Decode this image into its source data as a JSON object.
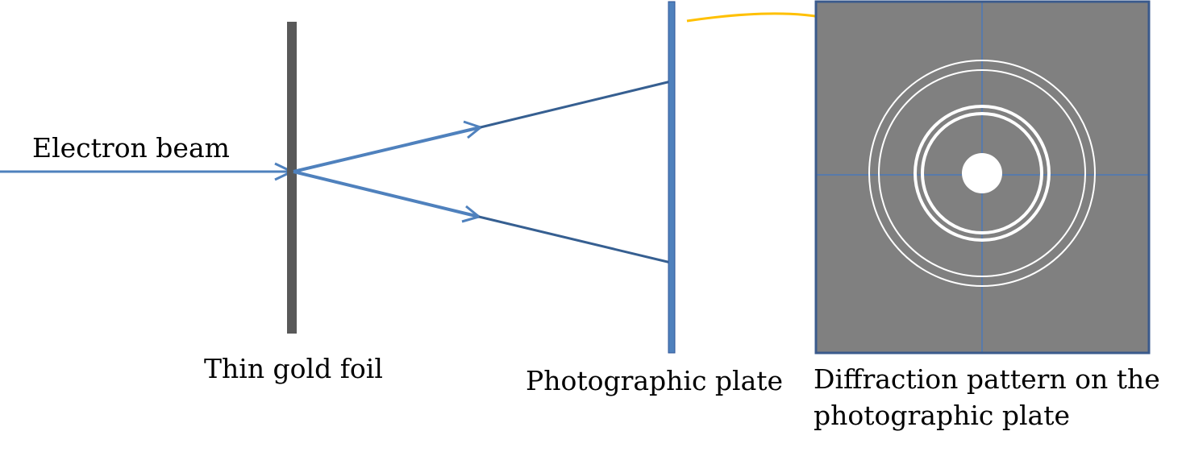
{
  "labels": {
    "electron_beam": "Electron beam",
    "foil": "Thin gold foil",
    "plate": "Photographic plate",
    "pattern_line1": "Diffraction pattern on the",
    "pattern_line2": "photographic plate"
  },
  "colors": {
    "beam": "#4f81bd",
    "beam_dark": "#365f91",
    "foil": "#595959",
    "plate": "#4f81bd",
    "plate_border": "#2f5597",
    "pattern_background": "#808080",
    "pattern_border": "#3a5a8c",
    "crosshair": "#4a78b8",
    "rings": "#ffffff",
    "pointer_arrow": "#ffc000"
  }
}
